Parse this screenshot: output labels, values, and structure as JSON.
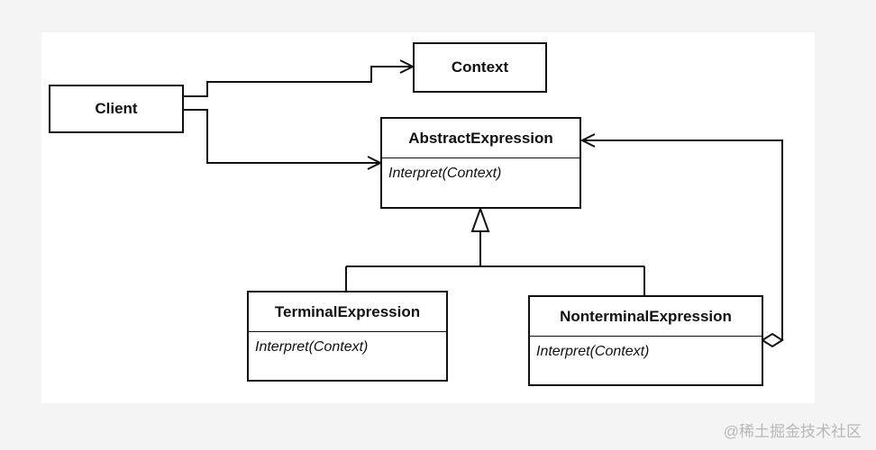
{
  "diagram": {
    "classes": [
      {
        "id": "client",
        "name": "Client"
      },
      {
        "id": "context",
        "name": "Context"
      },
      {
        "id": "abstract",
        "name": "AbstractExpression",
        "operation": "Interpret(Context)"
      },
      {
        "id": "terminal",
        "name": "TerminalExpression",
        "operation": "Interpret(Context)"
      },
      {
        "id": "nonterminal",
        "name": "NonterminalExpression",
        "operation": "Interpret(Context)"
      }
    ],
    "relations": [
      {
        "type": "association",
        "from": "Client",
        "to": "Context"
      },
      {
        "type": "association",
        "from": "Client",
        "to": "AbstractExpression"
      },
      {
        "type": "generalization",
        "from": "TerminalExpression",
        "to": "AbstractExpression"
      },
      {
        "type": "generalization",
        "from": "NonterminalExpression",
        "to": "AbstractExpression"
      },
      {
        "type": "aggregation",
        "from": "NonterminalExpression",
        "to": "AbstractExpression"
      }
    ]
  },
  "watermark": "@稀土掘金技术社区",
  "colors": {
    "line": "#111111",
    "page": "#f4f4f4",
    "canvas": "#ffffff",
    "watermark": "#b8b8b8"
  }
}
